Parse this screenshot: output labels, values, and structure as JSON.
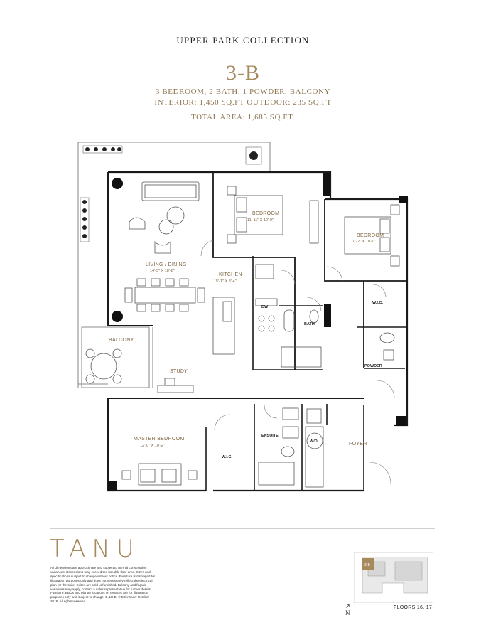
{
  "header": {
    "collection": "UPPER PARK COLLECTION",
    "unit_name": "3-B",
    "line1": "3 BEDROOM, 2 BATH, 1 POWDER, BALCONY",
    "line2": "INTERIOR: 1,450 SQ.FT  OUTDOOR: 235 SQ.FT",
    "line3": "TOTAL AREA: 1,685 SQ.FT."
  },
  "rooms": {
    "bedroom_a": {
      "name": "BEDROOM",
      "dims": "11'-11\" X 10'-0\""
    },
    "bedroom_b": {
      "name": "BEDROOM",
      "dims": "10'-2\" X 10'-0\""
    },
    "living": {
      "name": "LIVING / DINING",
      "dims": "14'-5\" X 18'-8\""
    },
    "kitchen": {
      "name": "KITCHEN",
      "dims": "15'-1\" X 8'-4\""
    },
    "balcony": {
      "name": "BALCONY"
    },
    "study": {
      "name": "STUDY"
    },
    "master": {
      "name": "MASTER BEDROOM",
      "dims": "12'-0\" X 10'-2\""
    },
    "wic_a": {
      "name": "W.I.C."
    },
    "wic_b": {
      "name": "W.I.C."
    },
    "bath": {
      "name": "BATH"
    },
    "powder": {
      "name": "POWDER"
    },
    "ensuite": {
      "name": "ENSUITE"
    },
    "foyer": {
      "name": "FOYER"
    },
    "dw": "DW",
    "wd": "W/D"
  },
  "footer": {
    "brand": "TANU",
    "disclaimer": "All dimensions are approximate and subject to normal construction variances. Dimensions may exceed the useable floor area. Sizes and specifications subject to change without notice. Furniture is displayed for illustration purposes only and does not necessarily reflect the electrical plan for the suite. Suites are sold unfurnished. Balcony and façade variations may apply, contact a sales representative for further details. Furniture, BBQs and planter locations on terraces are for illustration purposes only and subject to change. E.&O.E. © Edenshaw October 2018. All rights reserved.",
    "north_label": "N",
    "floors": "FLOORS 16, 17",
    "keyplan_marker": "3-B"
  },
  "colors": {
    "accent": "#a68a5e",
    "wall": "#1a1a1a",
    "line": "#555555"
  }
}
